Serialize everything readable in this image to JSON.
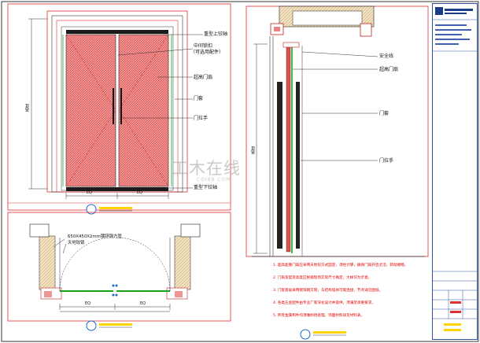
{
  "drawing": {
    "elevation_labels": {
      "top_hinge": "重型上铰轴",
      "middle_lock": "中间锁扣",
      "middle_lock_note": "（可选用配件）",
      "door_leaf": "超高门扇",
      "door_frame": "门套",
      "handle": "门拉手",
      "bottom_hinge": "重型下铰轴",
      "height_dim": "高度",
      "eq": "EQ"
    },
    "plan_labels": {
      "note_line1": "650X450X2mm镀锌钢方管",
      "note_line2": "天地铰锁",
      "eq": "EQ"
    },
    "section_labels": {
      "safety_line": "安全线",
      "door_leaf": "超高门扇",
      "door_frame": "门套",
      "handle": "门拉手",
      "height_dim": "高度"
    },
    "notes": [
      "1. 超高超重门扇应采用天地铰方式固定，须经计算，确保门扇开启灵活、转动顺畅。",
      "2. 门扇宽度及高度应根据现场实际尺寸确定，大样仅为示意。",
      "3. 门套基层采用镀锌钢方管，与结构墙体可靠连接，节点详见图纸。",
      "4. 各类五金配件由专业厂家深化设计并提供，须满足承重要求。",
      "5. 所有金属构件均须做防锈处理，饰面材料详见材料表。"
    ],
    "watermark": "工木在线",
    "watermark_sub": "COI88.COM"
  }
}
